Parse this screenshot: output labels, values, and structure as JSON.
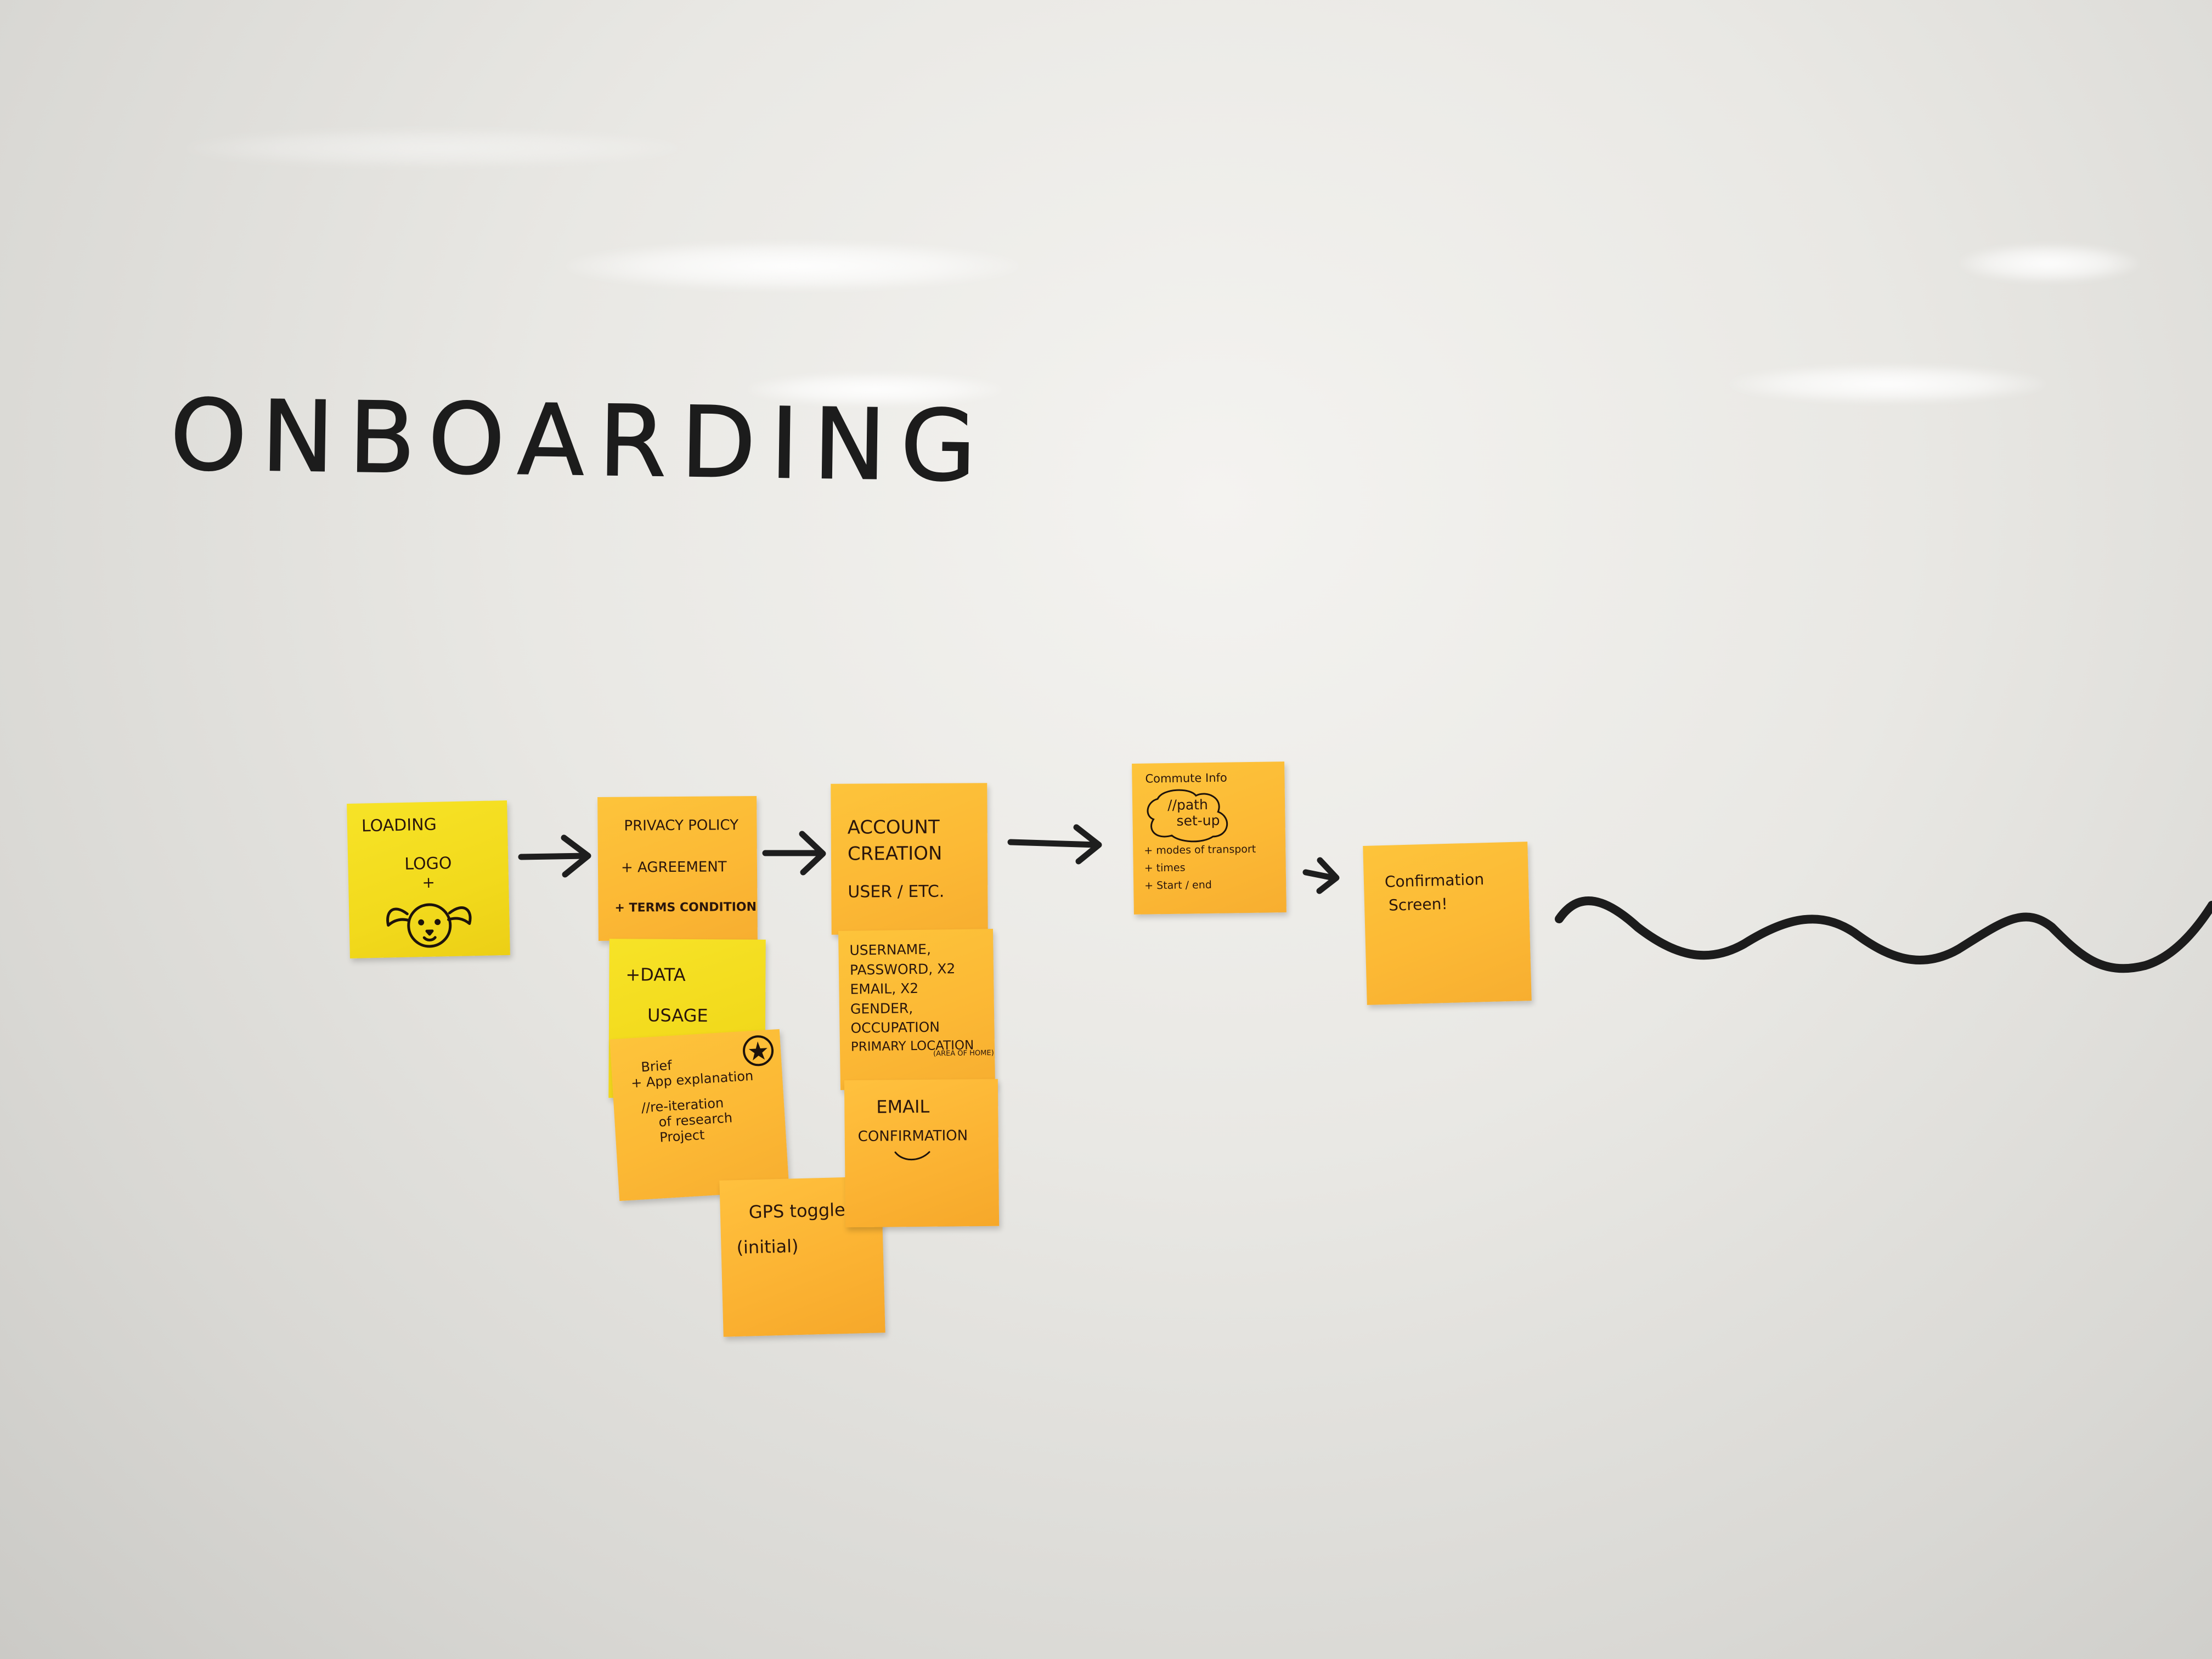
{
  "board": {
    "title": "ONBOARDING"
  },
  "notes": {
    "loading": {
      "lines": [
        "LOADING",
        "LOGO",
        "+"
      ]
    },
    "privacy": {
      "lines": [
        "PRIVACY POLICY",
        "+ AGREEMENT",
        "+ TERMS CONDITION"
      ]
    },
    "data": {
      "lines": [
        "+DATA",
        "USAGE"
      ]
    },
    "brief": {
      "lines": [
        "Brief",
        "+ App explanation",
        "//re-iteration",
        "of research",
        "Project"
      ]
    },
    "gps": {
      "lines": [
        "GPS toggle",
        "(initial)"
      ]
    },
    "account": {
      "lines": [
        "ACCOUNT",
        "CREATION",
        "USER / ETC."
      ]
    },
    "user_fields": {
      "lines": [
        "USERNAME,",
        "PASSWORD, X2",
        "EMAIL, X2",
        "GENDER,",
        "OCCUPATION",
        "PRIMARY LOCATION",
        "(AREA OF HOME)"
      ]
    },
    "email": {
      "lines": [
        "EMAIL",
        "CONFIRMATION"
      ]
    },
    "commute": {
      "lines": [
        "Commute Info",
        "//path",
        "set-up",
        "+ modes of transport",
        "+ times",
        "+ Start / end"
      ]
    },
    "confirmation": {
      "lines": [
        "Confirmation",
        "Screen!"
      ]
    }
  }
}
